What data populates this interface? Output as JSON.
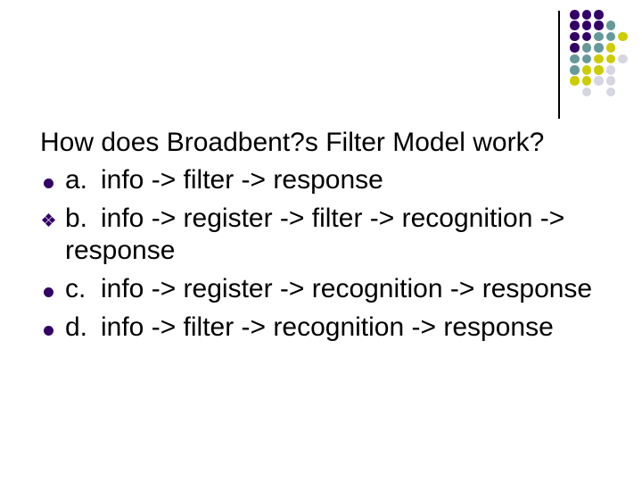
{
  "slide": {
    "title": "How does Broadbent?s Filter Model work?",
    "items": [
      {
        "bullet": "circle-bullet",
        "label": "a.",
        "text": "info -> filter -> response"
      },
      {
        "bullet": "diamond-bullet",
        "label": "b.",
        "text": "info -> register -> filter -> recognition ->\nresponse"
      },
      {
        "bullet": "circle-bullet",
        "label": "c.",
        "text": "info -> register -> recognition -> response"
      },
      {
        "bullet": "circle-bullet",
        "label": "d.",
        "text": "info -> filter -> recognition -> response"
      }
    ]
  },
  "decoration": {
    "colors": {
      "purple": "#330066",
      "teal": "#669999",
      "yellow": "#CCCC00",
      "lavender": "#D6D6E3",
      "line": "#000000",
      "text": "#000000",
      "background": "#FFFFFF"
    },
    "dots": [
      {
        "row": 1,
        "col": 1,
        "color": "purple"
      },
      {
        "row": 1,
        "col": 2,
        "color": "purple"
      },
      {
        "row": 1,
        "col": 3,
        "color": "purple"
      },
      {
        "row": 2,
        "col": 1,
        "color": "purple"
      },
      {
        "row": 2,
        "col": 2,
        "color": "purple"
      },
      {
        "row": 2,
        "col": 3,
        "color": "purple"
      },
      {
        "row": 2,
        "col": 4,
        "color": "teal"
      },
      {
        "row": 3,
        "col": 1,
        "color": "purple"
      },
      {
        "row": 3,
        "col": 2,
        "color": "purple"
      },
      {
        "row": 3,
        "col": 3,
        "color": "teal"
      },
      {
        "row": 3,
        "col": 4,
        "color": "teal"
      },
      {
        "row": 3,
        "col": 5,
        "color": "yellow"
      },
      {
        "row": 4,
        "col": 1,
        "color": "purple"
      },
      {
        "row": 4,
        "col": 2,
        "color": "teal"
      },
      {
        "row": 4,
        "col": 3,
        "color": "teal"
      },
      {
        "row": 4,
        "col": 4,
        "color": "yellow"
      },
      {
        "row": 5,
        "col": 1,
        "color": "teal"
      },
      {
        "row": 5,
        "col": 2,
        "color": "teal"
      },
      {
        "row": 5,
        "col": 3,
        "color": "yellow"
      },
      {
        "row": 5,
        "col": 4,
        "color": "yellow"
      },
      {
        "row": 5,
        "col": 5,
        "color": "lavender"
      },
      {
        "row": 6,
        "col": 1,
        "color": "teal"
      },
      {
        "row": 6,
        "col": 2,
        "color": "yellow"
      },
      {
        "row": 6,
        "col": 3,
        "color": "yellow"
      },
      {
        "row": 6,
        "col": 4,
        "color": "lavender"
      },
      {
        "row": 7,
        "col": 1,
        "color": "yellow"
      },
      {
        "row": 7,
        "col": 2,
        "color": "yellow"
      },
      {
        "row": 7,
        "col": 3,
        "color": "lavender"
      },
      {
        "row": 7,
        "col": 4,
        "color": "lavender"
      },
      {
        "row": 8,
        "col": 2,
        "color": "lavender"
      },
      {
        "row": 8,
        "col": 4,
        "color": "lavender"
      }
    ]
  }
}
